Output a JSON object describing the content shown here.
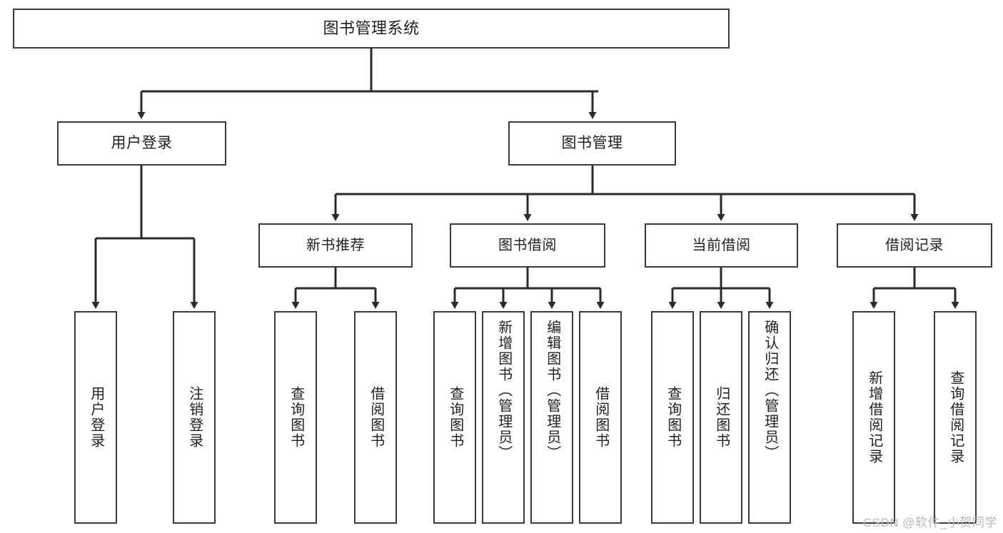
{
  "diagram": {
    "type": "tree-hierarchy-chart",
    "title": "图书管理系统",
    "root": {
      "label": "图书管理系统"
    },
    "level2": [
      {
        "label": "用户登录"
      },
      {
        "label": "图书管理"
      }
    ],
    "level3": [
      {
        "label": "新书推荐"
      },
      {
        "label": "图书借阅"
      },
      {
        "label": "当前借阅"
      },
      {
        "label": "借阅记录"
      }
    ],
    "leaves": [
      {
        "label": "用户登录",
        "parent": "用户登录"
      },
      {
        "label": "注销登录",
        "parent": "用户登录"
      },
      {
        "label": "查询图书",
        "parent": "新书推荐"
      },
      {
        "label": "借阅图书",
        "parent": "新书推荐"
      },
      {
        "label": "查询图书",
        "parent": "图书借阅"
      },
      {
        "label": "新增图书（管理员）",
        "parent": "图书借阅"
      },
      {
        "label": "编辑图书（管理员）",
        "parent": "图书借阅"
      },
      {
        "label": "借阅图书",
        "parent": "图书借阅"
      },
      {
        "label": "查询图书",
        "parent": "当前借阅"
      },
      {
        "label": "归还图书",
        "parent": "当前借阅"
      },
      {
        "label": "确认归还（管理员）",
        "parent": "当前借阅"
      },
      {
        "label": "新增借阅记录",
        "parent": "借阅记录"
      },
      {
        "label": "查询借阅记录",
        "parent": "借阅记录"
      }
    ],
    "watermark": "CSDN @软件_小贺同学",
    "colors": {
      "box_border": "#3a3a3a",
      "box_fill": "#ffffff",
      "text": "#1f1f1f",
      "connector": "#2b2b2b",
      "watermark": "#b9b9b9",
      "background": "#ffffff"
    }
  }
}
